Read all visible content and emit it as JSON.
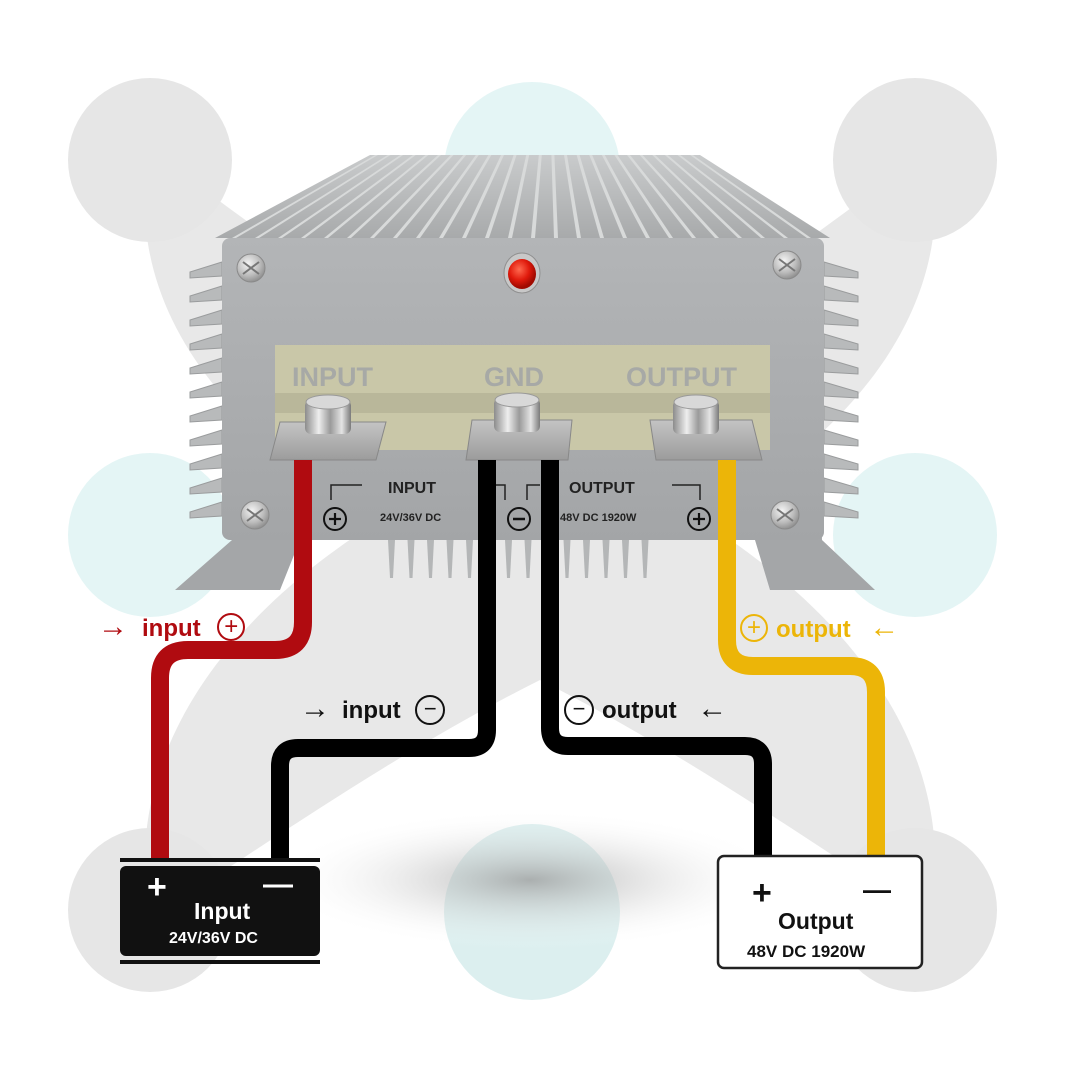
{
  "colors": {
    "input_positive": "#b00b10",
    "ground": "#000000",
    "output_positive": "#ecb508",
    "blob_grey": "#e6e6e6",
    "blob_teal": "#e3f4f4",
    "housing": "#a9abad",
    "label_panel": "#c9c7a8",
    "led": "#e02010"
  },
  "device": {
    "panel_labels": [
      "INPUT",
      "GND",
      "OUTPUT"
    ],
    "input_block": {
      "title": "INPUT",
      "spec": "24V/36V DC"
    },
    "output_block": {
      "title": "OUTPUT",
      "spec": "48V DC 1920W"
    },
    "terminal_symbols": [
      "+",
      "−",
      "+"
    ]
  },
  "wire_labels": {
    "input_positive": {
      "text": "input",
      "sign": "+",
      "arrow": "→"
    },
    "input_negative": {
      "text": "input",
      "sign": "−",
      "arrow": "→"
    },
    "output_negative": {
      "text": "output",
      "sign": "−",
      "arrow": "←"
    },
    "output_positive": {
      "text": "output",
      "sign": "+",
      "arrow": "←"
    }
  },
  "input_battery": {
    "plus": "+",
    "minus": "—",
    "title": "Input",
    "spec": "24V/36V DC"
  },
  "output_battery": {
    "plus": "+",
    "minus": "—",
    "title": "Output",
    "spec": "48V DC 1920W"
  }
}
